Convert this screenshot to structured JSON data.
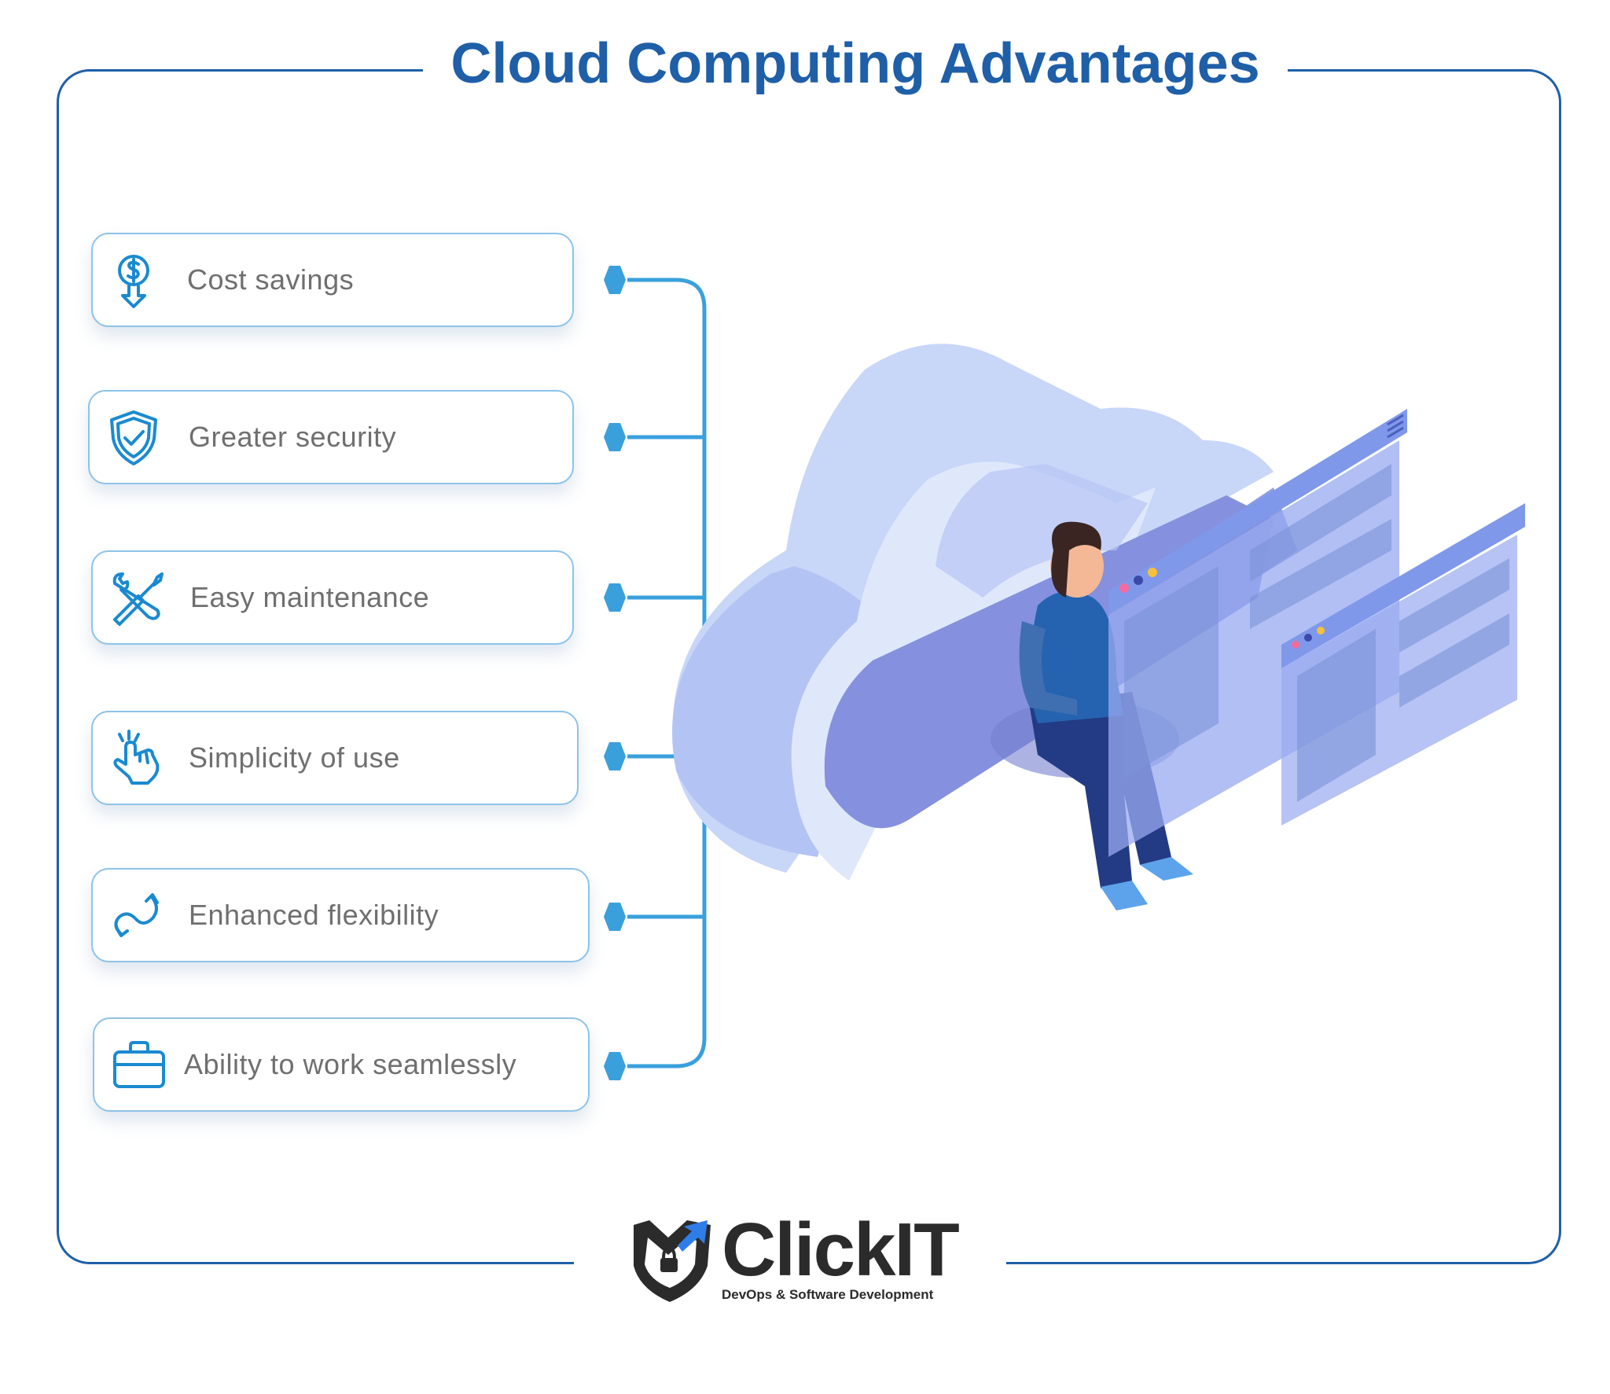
{
  "title": "Cloud Computing Advantages",
  "advantages": [
    {
      "label": "Cost savings",
      "icon": "dollar-down-icon"
    },
    {
      "label": "Greater security",
      "icon": "shield-check-icon"
    },
    {
      "label": "Easy maintenance",
      "icon": "wrench-screwdriver-icon"
    },
    {
      "label": "Simplicity of use",
      "icon": "hand-click-icon"
    },
    {
      "label": "Enhanced flexibility",
      "icon": "curved-arrow-icon"
    },
    {
      "label": "Ability to work seamlessly",
      "icon": "briefcase-icon"
    }
  ],
  "logo": {
    "name": "ClickIT",
    "tagline": "DevOps & Software Development"
  },
  "colors": {
    "accent": "#1f5fa8",
    "connector": "#3aa0dc",
    "card_border": "#8ec3e8",
    "cloud": "#c9d7f7"
  }
}
